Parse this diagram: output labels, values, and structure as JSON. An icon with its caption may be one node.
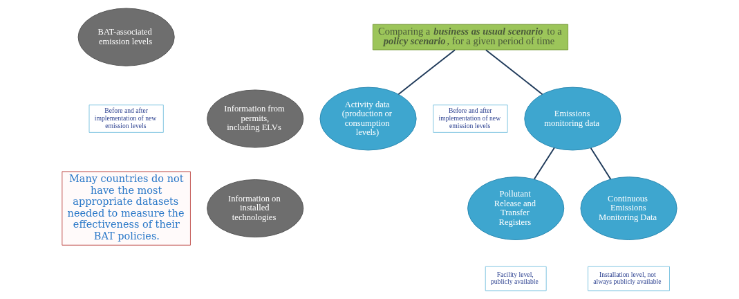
{
  "diagram": {
    "nodes": [
      {
        "text": [
          "BAT-associated emission levels"
        ]
      },
      {
        "text": [
          "Before and after implementation of new emission levels"
        ]
      },
      {
        "text": [
          "Information from permits, including ELVs"
        ]
      },
      {
        "text": [
          "Many countries do not have the most appropriate datasets needed to measure the effectiveness of their BAT policies."
        ]
      },
      {
        "text": [
          "Information on installed technologies"
        ]
      },
      {
        "text": [
          "Comparing a **business as usual scenario** to a **policy scenario**, for a given period of time"
        ]
      },
      {
        "text": [
          "Activity data (production or consumption levels)"
        ]
      },
      {
        "text": [
          "Before and after implementation of new emission levels"
        ]
      },
      {
        "text": [
          "Emissions monitoring data"
        ]
      },
      {
        "text": [
          "Pollutant Release and Transfer Registers"
        ]
      },
      {
        "text": [
          "Facility level, publicly available"
        ]
      },
      {
        "text": [
          "Continuous Emissions Monitoring Data"
        ]
      },
      {
        "text": [
          "Installation level, not always publicly available"
        ]
      }
    ],
    "edges": [
      {
        "from": 5,
        "to": 6,
        "arrow": "none"
      },
      {
        "from": 5,
        "to": 8,
        "arrow": "none"
      },
      {
        "from": 8,
        "to": 9,
        "arrow": "none"
      },
      {
        "from": 8,
        "to": 11,
        "arrow": "none"
      }
    ]
  }
}
